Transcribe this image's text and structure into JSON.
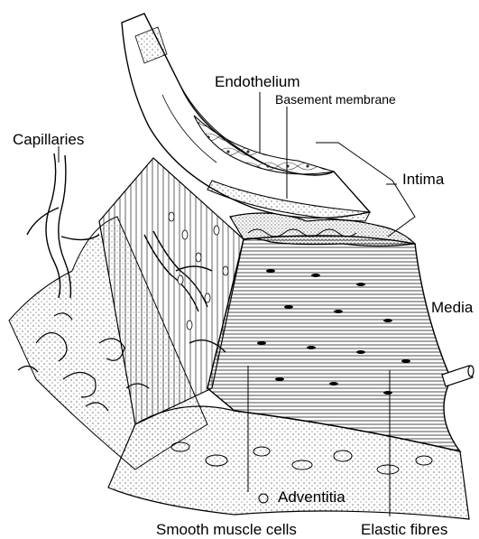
{
  "labels": {
    "endothelium": "Endothelium",
    "basement_membrane": "Basement membrane",
    "capillaries": "Capillaries",
    "intima": "Intima",
    "media": "Media",
    "adventitia": "Adventitia",
    "smooth_muscle_cells": "Smooth muscle cells",
    "elastic_fibres": "Elastic fibres"
  },
  "colors": {
    "ink": "#000000",
    "paper": "#ffffff",
    "stipple": "#1a1a1a"
  }
}
